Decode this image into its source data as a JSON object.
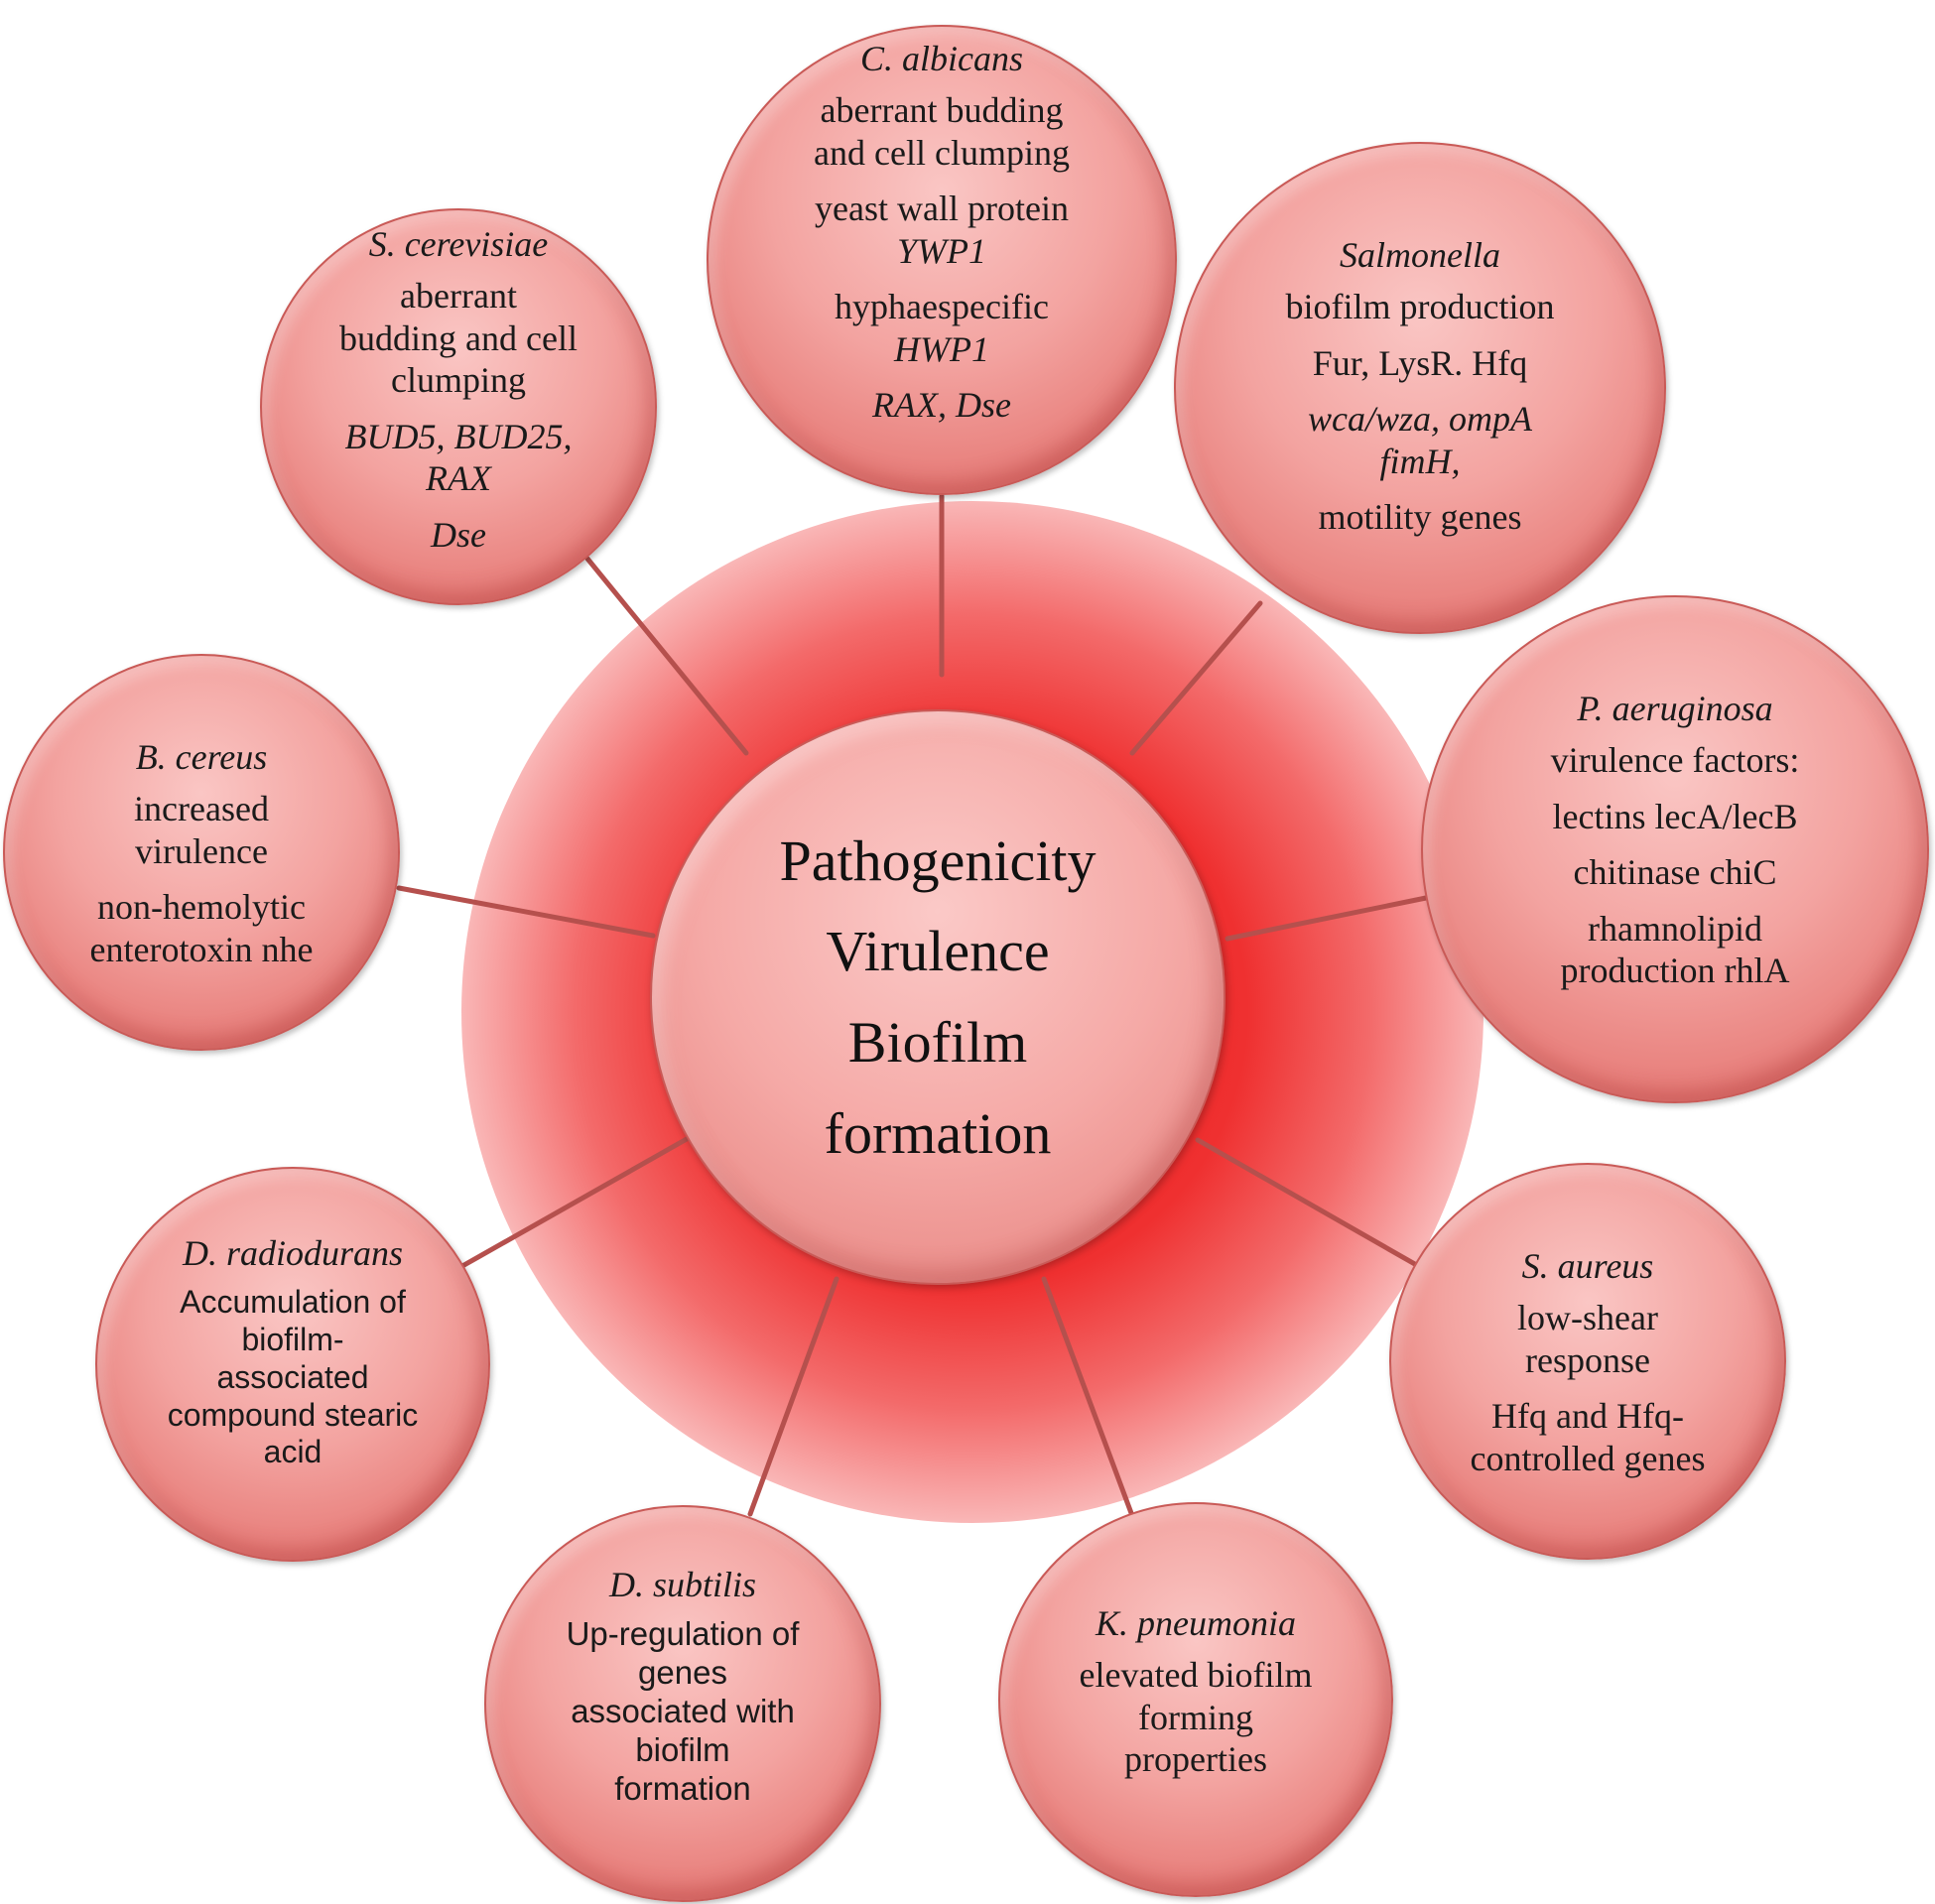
{
  "center": {
    "lines": [
      "Pathogenicity",
      "Virulence",
      "Biofilm",
      "formation"
    ]
  },
  "nodes": {
    "c_albicans": {
      "organism": "C. albicans",
      "l1": "aberrant budding",
      "l2": "and cell clumping",
      "l3": "yeast wall protein",
      "l4": "YWP1",
      "l5": "hyphaespecific",
      "l6": "HWP1",
      "l7": "RAX, Dse"
    },
    "s_cerevisiae": {
      "organism": "S. cerevisiae",
      "l1": "aberrant",
      "l2": "budding and cell",
      "l3": "clumping",
      "l4": "BUD5, BUD25,",
      "l5": "RAX",
      "l6": "Dse"
    },
    "salmonella": {
      "organism": "Salmonella",
      "l1": "biofilm production",
      "l2": "Fur, LysR. Hfq",
      "l3": "wca/wza, ompA",
      "l4": "fimH,",
      "l5": "motility genes"
    },
    "p_aeruginosa": {
      "organism": "P. aeruginosa",
      "l1": "virulence factors:",
      "l2": "lectins lecA/lecB",
      "l3": "chitinase chiC",
      "l4": "rhamnolipid",
      "l5": "production rhlA"
    },
    "b_cereus": {
      "organism": "B. cereus",
      "l1": "increased",
      "l2": "virulence",
      "l3": "non-hemolytic",
      "l4": "enterotoxin nhe"
    },
    "s_aureus": {
      "organism": "S. aureus",
      "l1": "low-shear",
      "l2": "response",
      "l3": "Hfq and Hfq-",
      "l4": "controlled genes"
    },
    "d_radiodurans": {
      "organism": "D. radiodurans",
      "l1": "Accumulation of",
      "l2": "biofilm-",
      "l3": "associated",
      "l4": "compound stearic",
      "l5": "acid"
    },
    "d_subtilis": {
      "organism": "D. subtilis",
      "l1": "Up-regulation of",
      "l2": "genes",
      "l3": "associated with",
      "l4": "biofilm",
      "l5": "formation"
    },
    "k_pneumonia": {
      "organism": "K. pneumonia",
      "l1": "elevated biofilm",
      "l2": "forming",
      "l3": "properties"
    }
  },
  "colors": {
    "glow": "#ec1c1c",
    "bubble": "#f3a3a0",
    "connector": "#b5504d"
  }
}
